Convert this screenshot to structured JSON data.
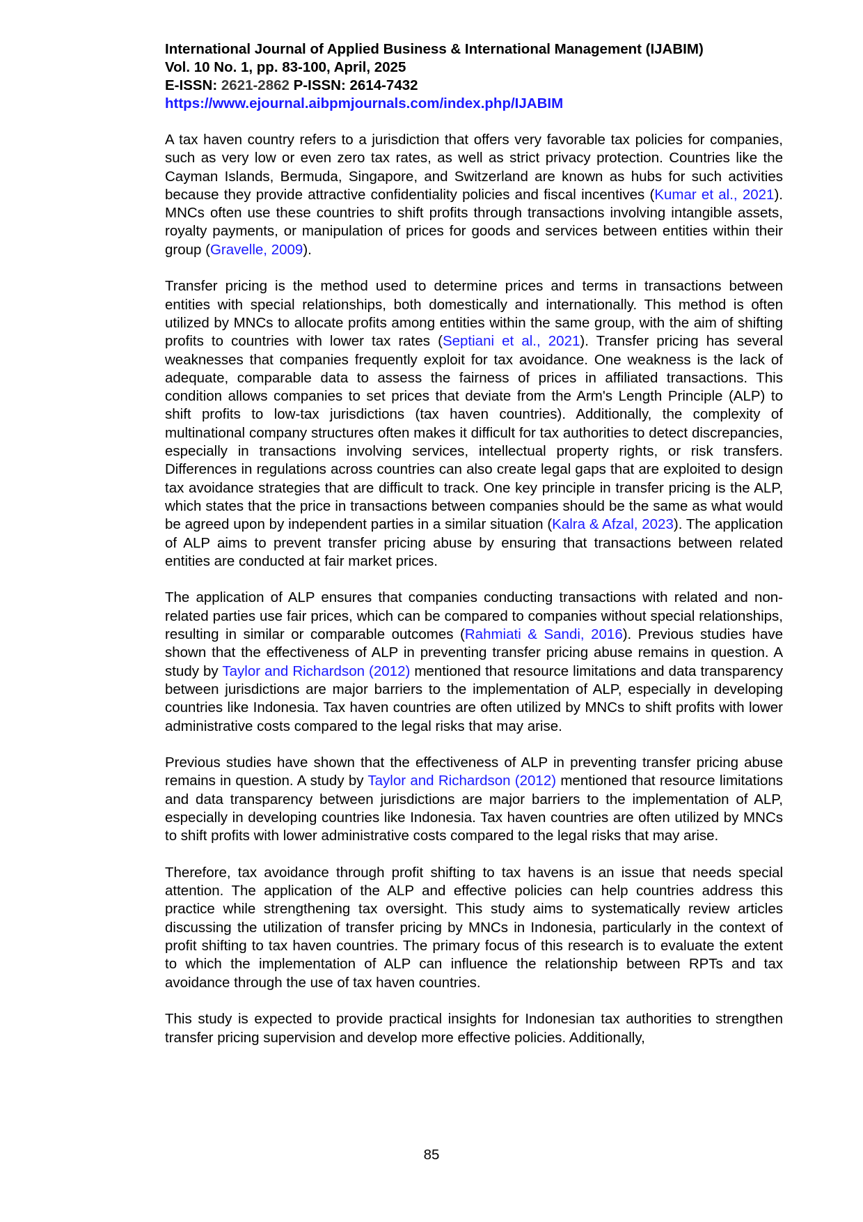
{
  "header": {
    "journal_title": "International Journal of Applied Business & International Management (IJABIM)",
    "volume_info": "Vol. 10 No. 1, pp. 83-100, April, 2025",
    "eissn_label": "E-ISSN: ",
    "eissn_value": "2621-2862",
    "pissn": " P-ISSN: 2614-7432",
    "url": "https://www.ejournal.aibpmjournals.com/index.php/IJABIM"
  },
  "paragraphs": {
    "p1": {
      "a": "A tax haven country refers to a jurisdiction that offers very favorable tax policies for companies, such as very low or even zero tax rates, as well as strict privacy protection. Countries like the Cayman Islands, Bermuda, Singapore, and Switzerland are known as hubs for such activities because they provide attractive confidentiality policies and fiscal incentives (",
      "cite1": "Kumar et al., 2021",
      "b": "). MNCs often use these countries to shift profits through transactions involving intangible assets, royalty payments, or manipulation of prices for goods and services between entities within their group (",
      "cite2": "Gravelle, 2009",
      "c": ")."
    },
    "p2": {
      "a": "Transfer pricing is the method used to determine prices and terms in transactions between entities with special relationships, both domestically and internationally. This method is often utilized by MNCs to allocate profits among entities within the same group, with the aim of shifting profits to countries with lower tax rates (",
      "cite1": "Septiani et al., 2021",
      "b": "). Transfer pricing has several weaknesses that companies frequently exploit for tax avoidance. One weakness is the lack of adequate, comparable data to assess the fairness of prices in affiliated transactions. This condition allows companies to set prices that deviate from the Arm's Length Principle (ALP) to shift profits to low-tax jurisdictions (tax haven countries). Additionally, the complexity of multinational company structures often makes it difficult for tax authorities to detect discrepancies, especially in transactions involving services, intellectual property rights, or risk transfers. Differences in regulations across countries can also create legal gaps that are exploited to design tax avoidance strategies that are difficult to track. One key principle in transfer pricing is the ALP, which states that the price in transactions between companies should be the same as what would be agreed upon by independent parties in a similar situation (",
      "cite2": "Kalra & Afzal, 2023",
      "c": "). The application of ALP aims to prevent transfer pricing abuse by ensuring that transactions between related entities are conducted at fair market prices."
    },
    "p3": {
      "a": "The application of ALP ensures that companies conducting transactions with related and non-related parties use fair prices, which can be compared to companies without special relationships, resulting in similar or comparable outcomes (",
      "cite1": "Rahmiati & Sandi, 2016",
      "b": "). Previous studies have shown that the effectiveness of ALP in preventing transfer pricing abuse remains in question. A study by ",
      "cite2": "Taylor and Richardson (2012)",
      "c": " mentioned that resource limitations and data transparency between jurisdictions are major barriers to the implementation of ALP, especially in developing countries like Indonesia. Tax haven countries are often utilized by MNCs to shift profits with lower administrative costs compared to the legal risks that may arise."
    },
    "p4": {
      "a": "Previous studies have shown that the effectiveness of ALP in preventing transfer pricing abuse remains in question. A study by ",
      "cite1": "Taylor and Richardson (2012)",
      "b": " mentioned that resource limitations and data transparency between jurisdictions are major barriers to the implementation of ALP, especially in developing countries like Indonesia. Tax haven countries are often utilized by MNCs to shift profits with lower administrative costs compared to the legal risks that may arise."
    },
    "p5": {
      "a": "Therefore, tax avoidance through profit shifting to tax havens is an issue that needs special attention. The application of the ALP and effective policies can help countries address this practice while strengthening tax oversight. This study aims to systematically review articles discussing the utilization of transfer pricing by MNCs in Indonesia, particularly in the context of profit shifting to tax haven countries. The primary focus of this research is to evaluate the extent to which the implementation of ALP can influence the relationship between RPTs and tax avoidance through the use of tax haven countries."
    },
    "p6": {
      "a": "This study is expected to provide practical insights for Indonesian tax authorities to strengthen transfer pricing supervision and develop more effective policies. Additionally,"
    }
  },
  "footer": {
    "page_number": "85"
  },
  "colors": {
    "text": "#000000",
    "link": "#1a1aff",
    "background": "#ffffff"
  }
}
